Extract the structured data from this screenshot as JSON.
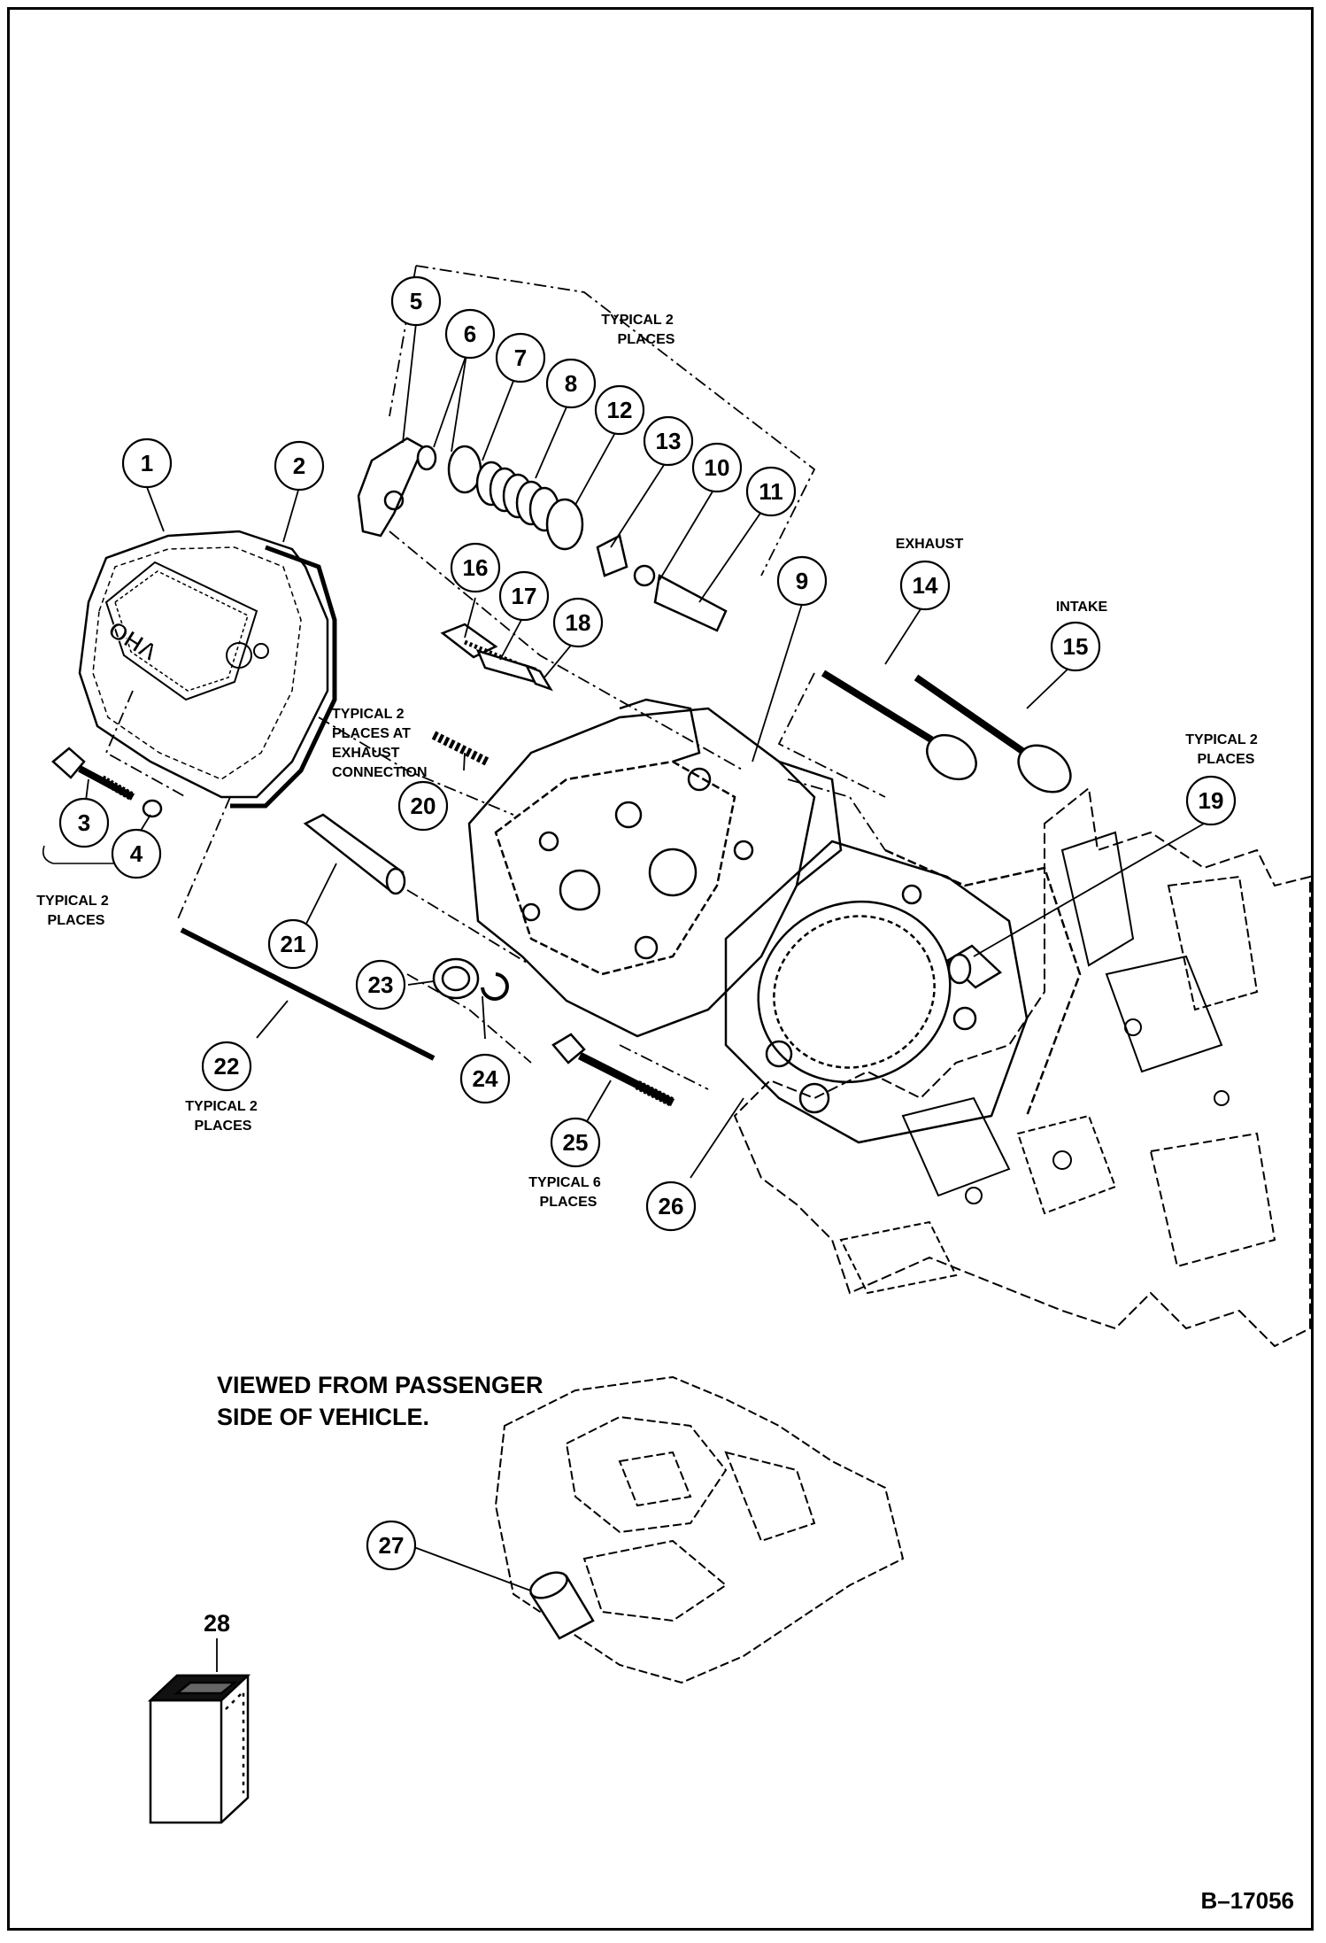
{
  "callouts": [
    "1",
    "2",
    "3",
    "4",
    "5",
    "6",
    "7",
    "8",
    "9",
    "10",
    "11",
    "12",
    "13",
    "14",
    "15",
    "16",
    "17",
    "18",
    "19",
    "20",
    "21",
    "22",
    "23",
    "24",
    "25",
    "26",
    "27",
    "28"
  ],
  "notes": {
    "typical_top": [
      "TYPICAL 2",
      "PLACES"
    ],
    "exhaust": "EXHAUST",
    "intake": "INTAKE",
    "typical_right": [
      "TYPICAL 2",
      "PLACES"
    ],
    "typical_exhaust_conn": [
      "TYPICAL 2",
      "PLACES AT",
      "EXHAUST",
      "CONNECTION"
    ],
    "typical_left": [
      "TYPICAL 2",
      "PLACES"
    ],
    "typical_pushrod": [
      "TYPICAL 2",
      "PLACES"
    ],
    "typical_bolts": [
      "TYPICAL 6",
      "PLACES"
    ],
    "viewed_from": [
      "VIEWED FROM PASSENGER",
      "SIDE OF VEHICLE."
    ]
  },
  "cover_logo": "OHV",
  "drawing_code": "B–17056"
}
